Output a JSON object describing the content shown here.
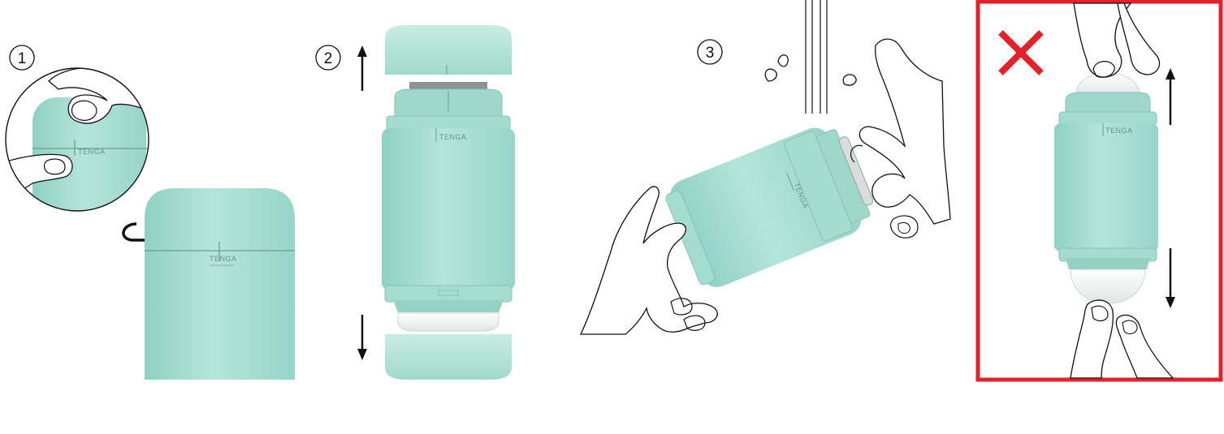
{
  "steps": [
    {
      "number": "①"
    },
    {
      "number": "②"
    },
    {
      "number": "③"
    }
  ],
  "product": {
    "brand": "TENGA",
    "tagline": "LESS WITH PASSION"
  },
  "warning": {
    "mark": "✕"
  },
  "colors": {
    "body": "#a6ddd0",
    "body_dark": "#8fcfc0",
    "body_light": "#c4ebe1",
    "frame": "#e4202a",
    "line": "#111111"
  }
}
